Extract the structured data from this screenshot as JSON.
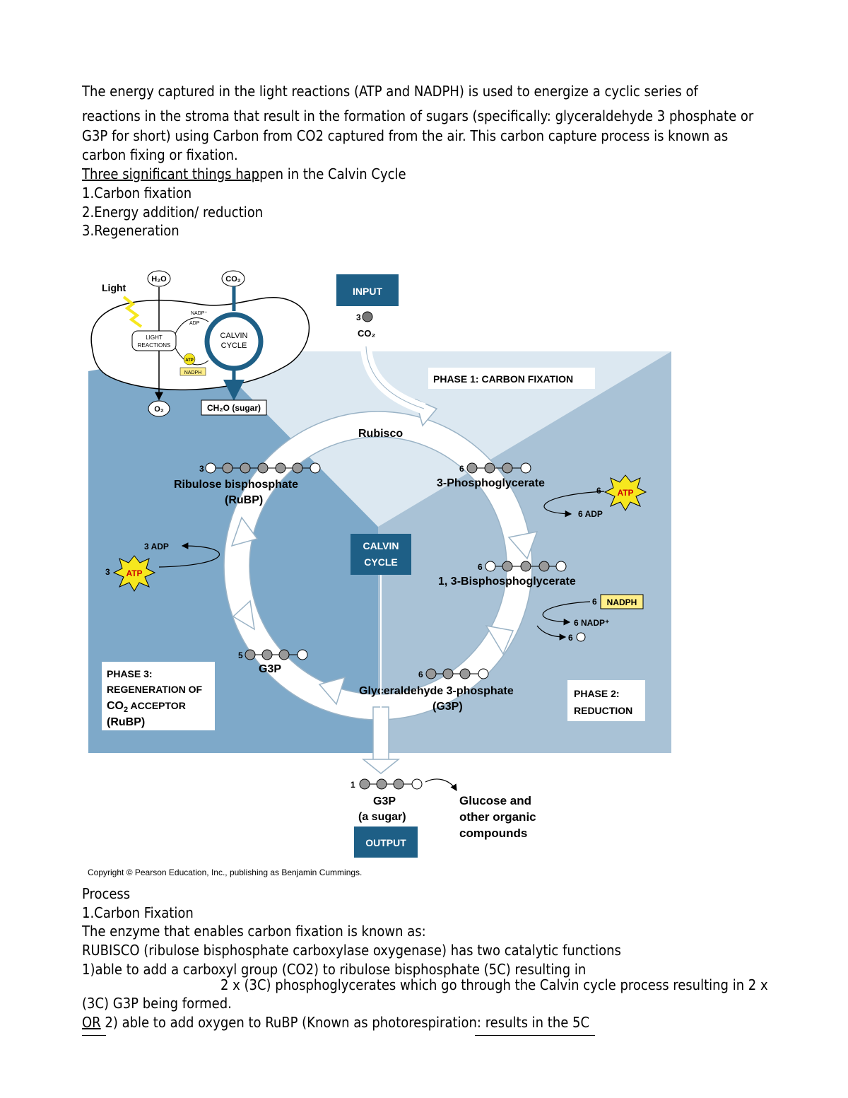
{
  "intro": {
    "line1": "The energy captured in the light reactions (ATP and NADPH) is used to energize a cyclic series of",
    "line2": "reactions in the stroma that result in the formation of sugars (specifically: glyceraldehyde 3 phosphate or",
    "line3": "G3P for short) using Carbon from CO2 captured from the air. This carbon capture process is known as",
    "line4": "carbon fixing or fixation.",
    "heading_underlined": "Three significant things hap",
    "heading_rest": "pen in the Calvin Cycle",
    "item1": "1.Carbon fixation",
    "item2": "2.Energy addition/ reduction",
    "item3": "3.Regeneration"
  },
  "figure": {
    "inset": {
      "light": "Light",
      "h2o": "H₂O",
      "co2": "CO₂",
      "nadp": "NADP⁺",
      "adp": "ADP",
      "light_reactions_1": "LIGHT",
      "light_reactions_2": "REACTIONS",
      "calvin_1": "CALVIN",
      "calvin_2": "CYCLE",
      "atp": "ATP",
      "nadph": "NADPH",
      "o2": "O₂",
      "sugar": "CH₂O (sugar)"
    },
    "input_label": "INPUT",
    "input_count": "3",
    "input_co2": "CO₂",
    "phase1": "PHASE 1: CARBON FIXATION",
    "rubisco": "Rubisco",
    "pga_count": "6",
    "pga_label": "3-Phosphoglycerate",
    "atp_count_right": "6",
    "atp": "ATP",
    "adp_right": "6 ADP",
    "bpg_count": "6",
    "bpg_label": "1, 3-Bisphosphoglycerate",
    "nadph_count": "6",
    "nadph": "NADPH",
    "nadp_out": "6 NADP⁺",
    "pi_out": "6",
    "g3p_count": "6",
    "g3p_label_1": "Glyceraldehyde 3-phosphate",
    "g3p_label_2": "(G3P)",
    "phase2_1": "PHASE 2:",
    "phase2_2": "REDUCTION",
    "rubp_count": "3",
    "rubp_label_1": "Ribulose bisphosphate",
    "rubp_label_2": "(RuBP)",
    "adp_left": "3 ADP",
    "atp_count_left": "3",
    "calvin_1": "CALVIN",
    "calvin_2": "CYCLE",
    "g3p5_count": "5",
    "g3p5_label": "G3P",
    "phase3_1": "PHASE 3:",
    "phase3_2": "REGENERATION OF",
    "phase3_3a": "CO",
    "phase3_3b": "2",
    "phase3_3c": " ACCEPTOR",
    "phase3_4": "(RuBP)",
    "out_count": "1",
    "out_g3p": "G3P",
    "out_sugar": "(a sugar)",
    "glucose_1": "Glucose and",
    "glucose_2": "other organic",
    "glucose_3": "compounds",
    "output_label": "OUTPUT",
    "copyright": "Copyright © Pearson Education, Inc., publishing as Benjamin Cummings."
  },
  "process": {
    "title": "Process",
    "item1": "1.Carbon Fixation",
    "line3": "The enzyme that enables carbon fixation is known as:",
    "line4": "RUBISCO (ribulose bisphosphate carboxylase oxygenase) has two catalytic functions",
    "line5": "1)able to add a carboxyl group (CO2) to ribulose bisphosphate (5C) resulting in",
    "line6": "2 x (3C) phosphoglycerates which go through the Calvin cycle process resulting in 2 x",
    "line7": "(3C) G3P being formed.",
    "line8a": "OR",
    "line8b": " 2) able to add oxygen to RuBP (Known as photorespiration: results in the 5C"
  },
  "colors": {
    "phase1_bg": "#dce8f1",
    "phase2_bg": "#a9c2d6",
    "phase3_bg": "#7ea9c9",
    "box_blue": "#1e5f86",
    "atp_yellow": "#f6e71e",
    "nadph_yellow": "#ffef8a"
  }
}
